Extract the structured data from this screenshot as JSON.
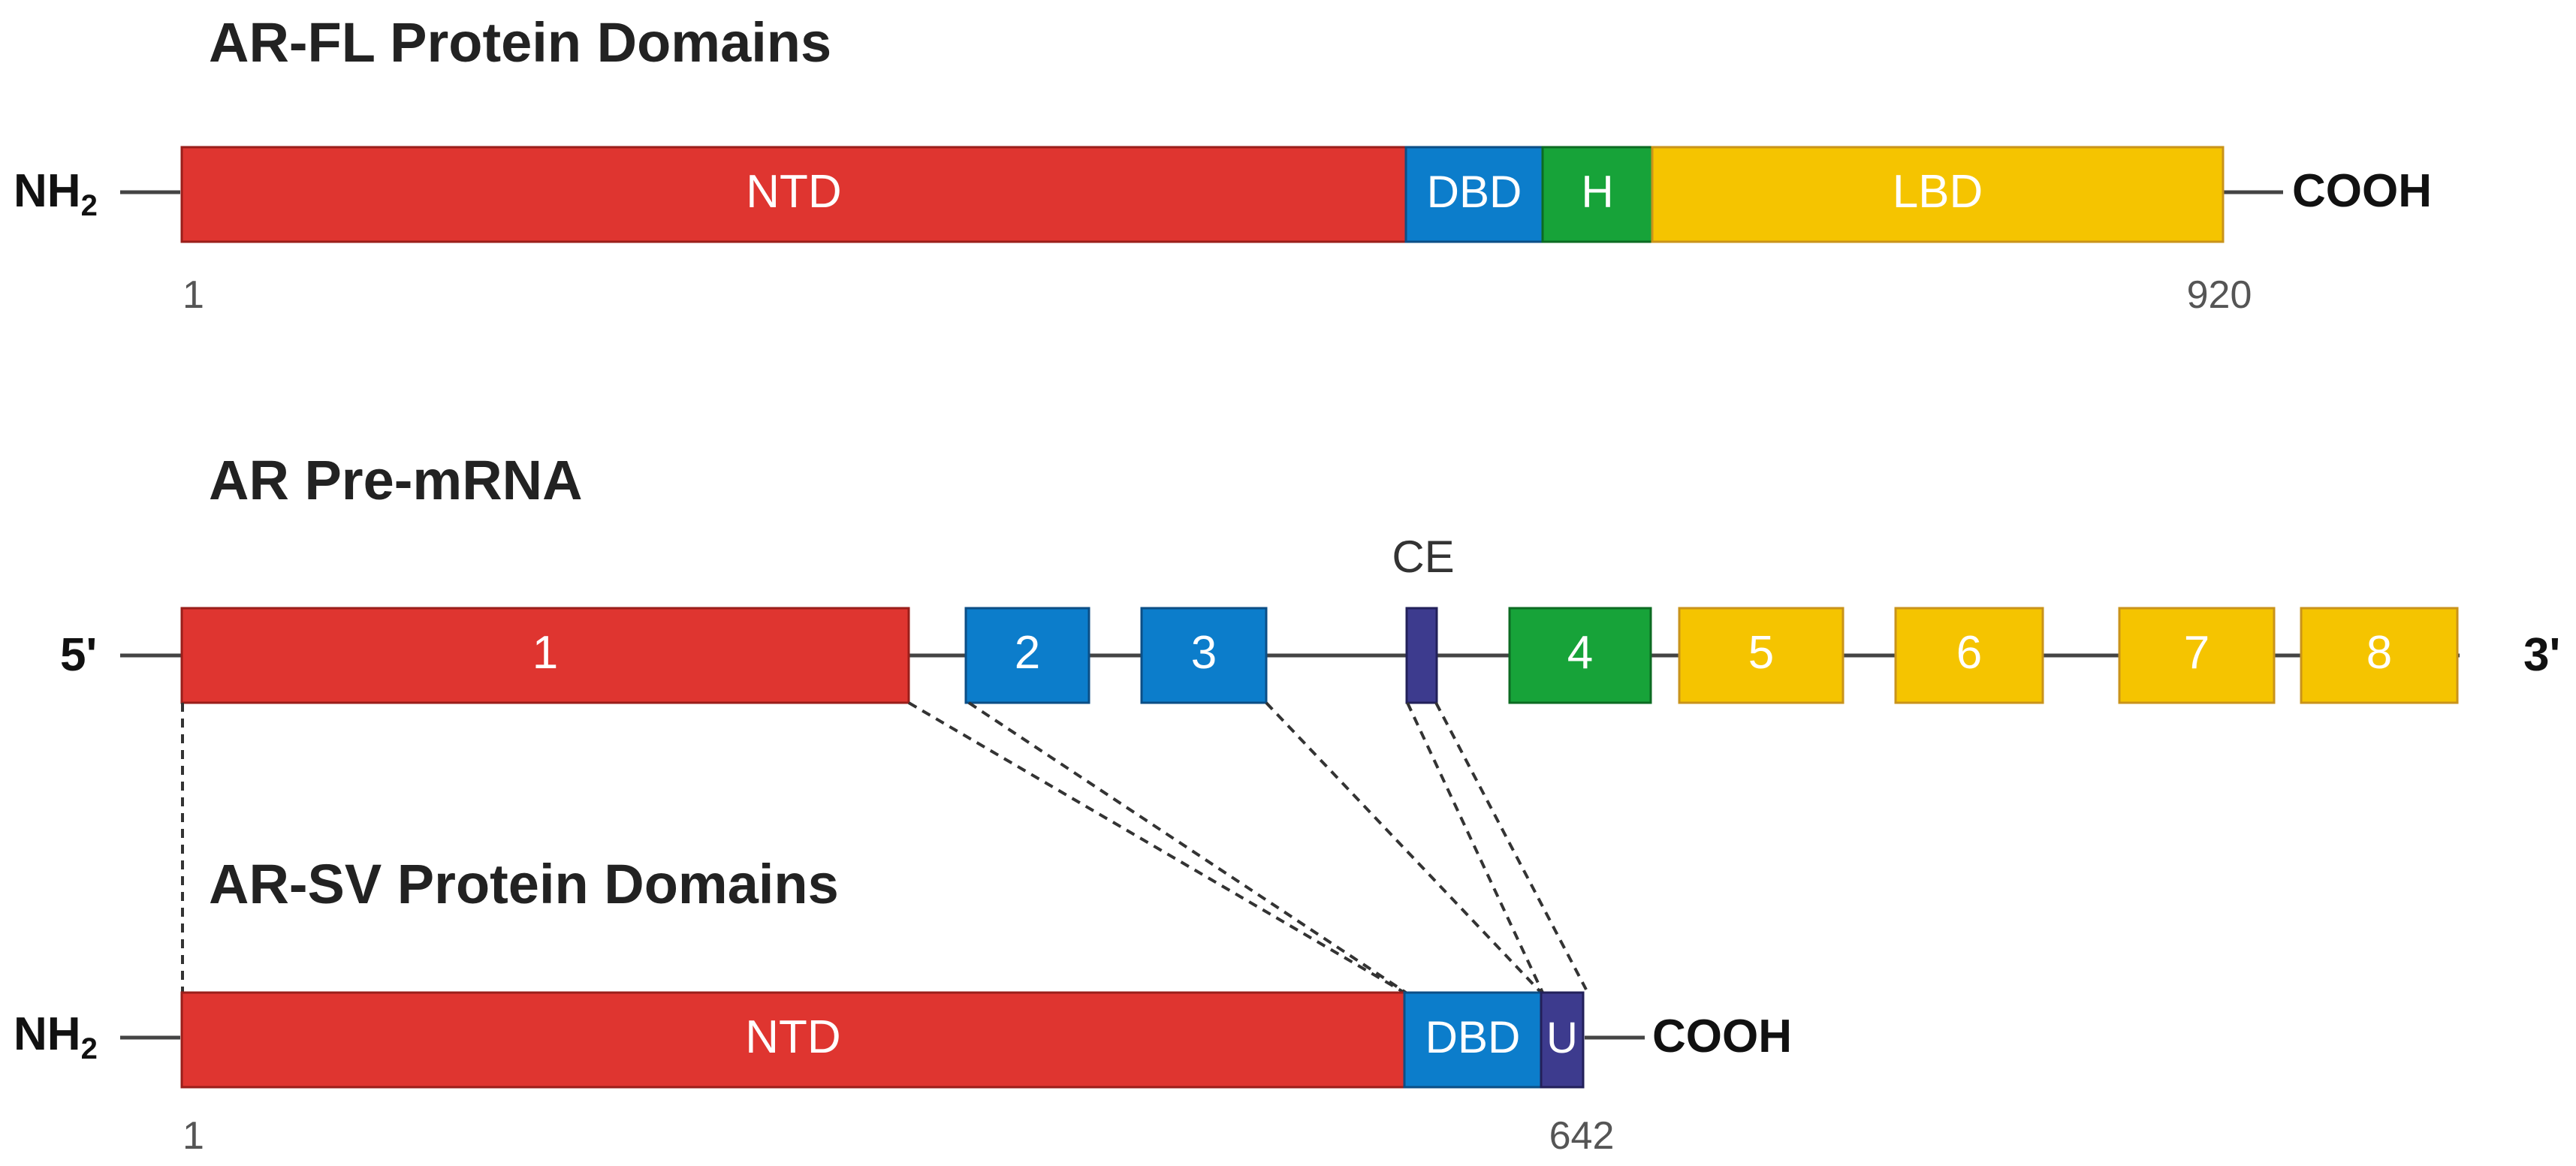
{
  "sections": {
    "fl_title": "AR-FL Protein Domains",
    "mrna_title": "AR Pre-mRNA",
    "sv_title": "AR-SV Protein Domains"
  },
  "fl_protein": {
    "n_terminus_base": "NH",
    "n_terminus_sub": "2",
    "c_terminus": "COOH",
    "start_label": "1",
    "end_label": "920",
    "domains": [
      {
        "id": "ntd",
        "label": "NTD",
        "color": "#df3530"
      },
      {
        "id": "dbd",
        "label": "DBD",
        "color": "#0c7dcb"
      },
      {
        "id": "h",
        "label": "H",
        "color": "#17a339"
      },
      {
        "id": "lbd",
        "label": "LBD",
        "color": "#f5c400"
      }
    ]
  },
  "pre_mrna": {
    "five_prime": "5'",
    "three_prime": "3'",
    "ce_label": "CE",
    "exons": [
      {
        "id": "1",
        "label": "1",
        "color": "#df3530"
      },
      {
        "id": "2",
        "label": "2",
        "color": "#0c7dcb"
      },
      {
        "id": "3",
        "label": "3",
        "color": "#0c7dcb"
      },
      {
        "id": "ce",
        "label": "",
        "color": "#3d3b8e"
      },
      {
        "id": "4",
        "label": "4",
        "color": "#17a339"
      },
      {
        "id": "5",
        "label": "5",
        "color": "#f5c400"
      },
      {
        "id": "6",
        "label": "6",
        "color": "#f5c400"
      },
      {
        "id": "7",
        "label": "7",
        "color": "#f5c400"
      },
      {
        "id": "8",
        "label": "8",
        "color": "#f5c400"
      }
    ]
  },
  "sv_protein": {
    "n_terminus_base": "NH",
    "n_terminus_sub": "2",
    "c_terminus": "COOH",
    "start_label": "1",
    "end_label": "642",
    "domains": [
      {
        "id": "ntd",
        "label": "NTD",
        "color": "#df3530"
      },
      {
        "id": "dbd",
        "label": "DBD",
        "color": "#0c7dcb"
      },
      {
        "id": "u",
        "label": "U",
        "color": "#3d3b8e"
      }
    ]
  }
}
